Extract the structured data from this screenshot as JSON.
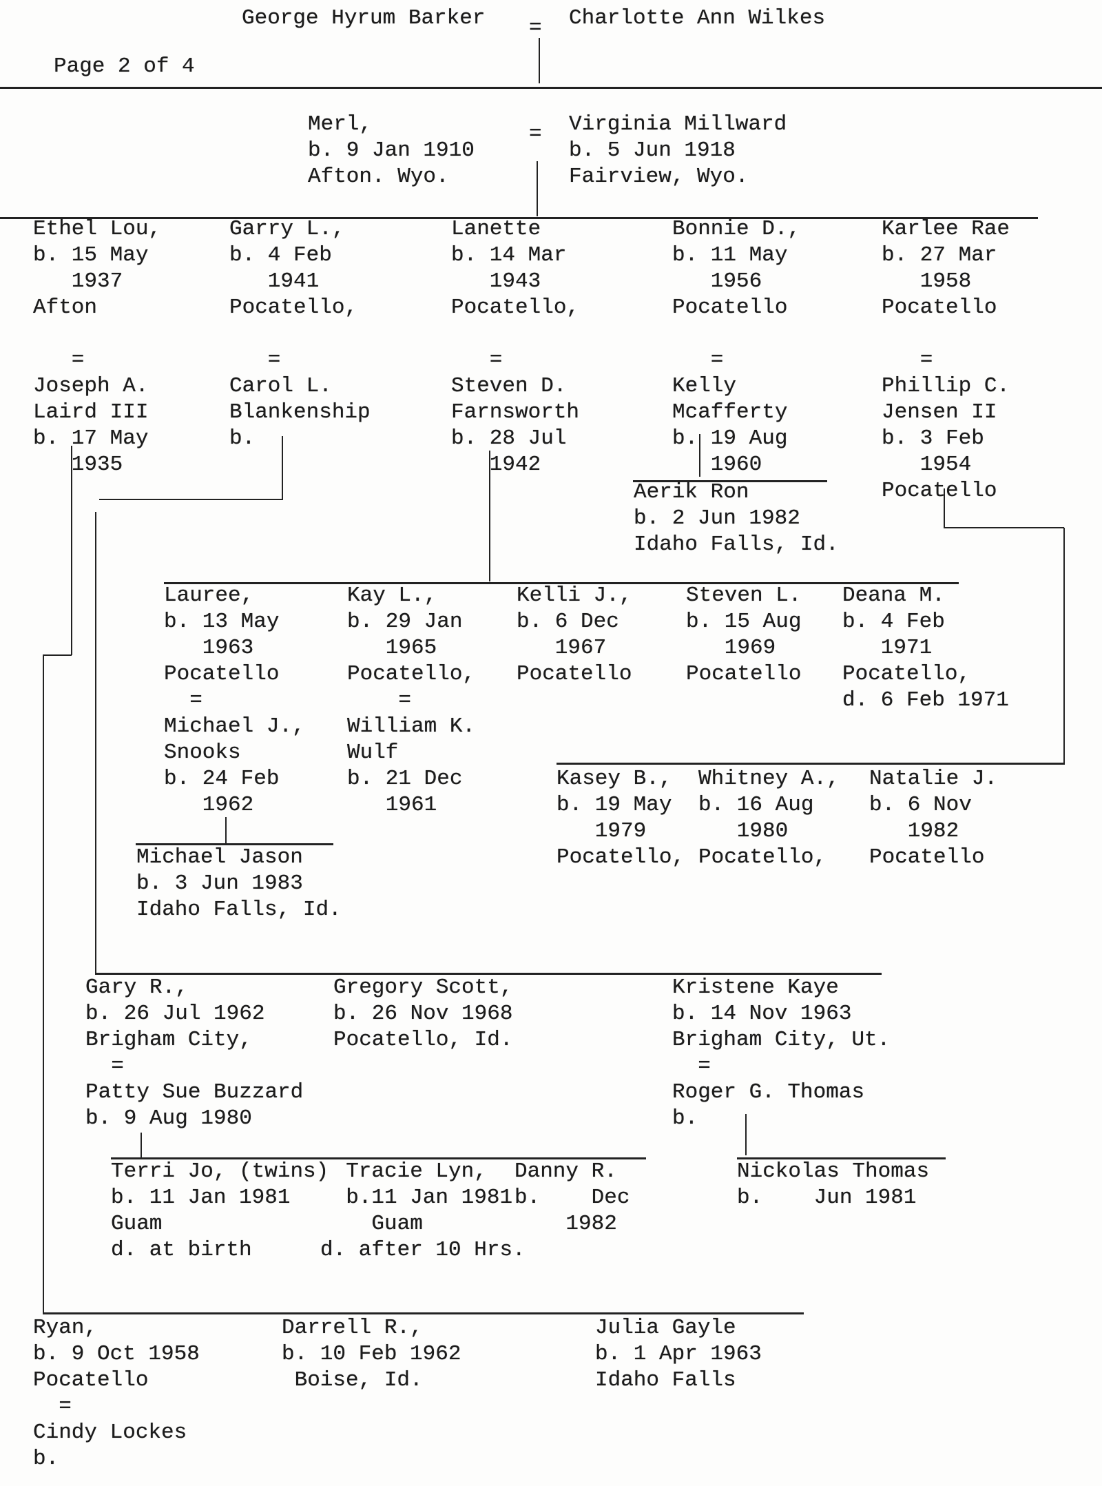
{
  "header": {
    "father": "George Hyrum Barker",
    "equals": "=",
    "mother": "Charlotte Ann Wilkes",
    "page_label": "Page 2 of 4"
  },
  "marriage_sign": "=",
  "blocks": {
    "merl": [
      "Merl,",
      "b. 9 Jan 1910",
      "Afton. Wyo."
    ],
    "virginia": [
      "Virginia Millward",
      "b. 5 Jun 1918",
      "Fairview, Wyo."
    ],
    "ethel": [
      "Ethel Lou,",
      "b. 15 May",
      "   1937",
      "Afton",
      "",
      "   =",
      "Joseph A.",
      "Laird III",
      "b. 17 May",
      "   1935"
    ],
    "garry": [
      "Garry L.,",
      "b. 4 Feb",
      "   1941",
      "Pocatello,",
      "",
      "   =",
      "Carol L.",
      "Blankenship",
      "b."
    ],
    "lanette": [
      "Lanette",
      "b. 14 Mar",
      "   1943",
      "Pocatello,",
      "",
      "   =",
      "Steven D.",
      "Farnsworth",
      "b. 28 Jul",
      "   1942"
    ],
    "bonnie": [
      "Bonnie D.,",
      "b. 11 May",
      "   1956",
      "Pocatello",
      "",
      "   =",
      "Kelly",
      "Mcafferty",
      "b. 19 Aug",
      "   1960"
    ],
    "karlee": [
      "Karlee Rae",
      "b. 27 Mar",
      "   1958",
      "Pocatello",
      "",
      "   =",
      "Phillip C.",
      "Jensen II",
      "b. 3 Feb",
      "   1954",
      "Pocatello"
    ],
    "aerik": [
      "Aerik Ron",
      "b. 2 Jun 1982",
      "Idaho Falls, Id."
    ],
    "lauree": [
      "Lauree,",
      "b. 13 May",
      "   1963",
      "Pocatello",
      "  =",
      "Michael J.,",
      "Snooks",
      "b. 24 Feb",
      "   1962"
    ],
    "kay": [
      "Kay L.,",
      "b. 29 Jan",
      "   1965",
      "Pocatello,",
      "    =",
      "William K.",
      "Wulf",
      "b. 21 Dec",
      "   1961"
    ],
    "kelli": [
      "Kelli J.,",
      "b. 6 Dec",
      "   1967",
      "Pocatello"
    ],
    "stevenl": [
      "Steven L.",
      "b. 15 Aug",
      "   1969",
      "Pocatello"
    ],
    "deana": [
      "Deana M.",
      "b. 4 Feb",
      "   1971",
      "Pocatello,",
      "d. 6 Feb 1971"
    ],
    "michaeljason": [
      "Michael Jason",
      "b. 3 Jun 1983",
      "Idaho Falls, Id."
    ],
    "kasey": [
      "Kasey B.,",
      "b. 19 May",
      "   1979",
      "Pocatello,"
    ],
    "whitney": [
      "Whitney A.,",
      "b. 16 Aug",
      "   1980",
      "Pocatello,"
    ],
    "natalie": [
      "Natalie J.",
      "b. 6 Nov",
      "   1982",
      "Pocatello"
    ],
    "gary": [
      "Gary R.,",
      "b. 26 Jul 1962",
      "Brigham City,",
      "  =",
      "Patty Sue Buzzard",
      "b. 9 Aug 1980"
    ],
    "gregory": [
      "Gregory Scott,",
      "b. 26 Nov 1968",
      "Pocatello, Id."
    ],
    "kristene": [
      "Kristene Kaye",
      "b. 14 Nov 1963",
      "Brigham City, Ut.",
      "  =",
      "Roger G. Thomas",
      "b."
    ],
    "terri": [
      "Terri Jo, (twins)",
      "b. 11 Jan 1981",
      "Guam",
      "d. at birth"
    ],
    "tracie": [
      "  Tracie Lyn,",
      "  b.11 Jan 1981",
      "    Guam",
      "d. after 10 Hrs."
    ],
    "danny": [
      "Danny R.",
      "b.    Dec",
      "    1982"
    ],
    "nickolas": [
      "Nickolas Thomas",
      "b.    Jun 1981"
    ],
    "ryan": [
      "Ryan,",
      "b. 9 Oct 1958",
      "Pocatello",
      "  =",
      "Cindy Lockes",
      "b."
    ],
    "darrell": [
      "Darrell R.,",
      "b. 10 Feb 1962",
      " Boise, Id."
    ],
    "julia": [
      "Julia Gayle",
      "b. 1 Apr 1963",
      "Idaho Falls"
    ]
  }
}
